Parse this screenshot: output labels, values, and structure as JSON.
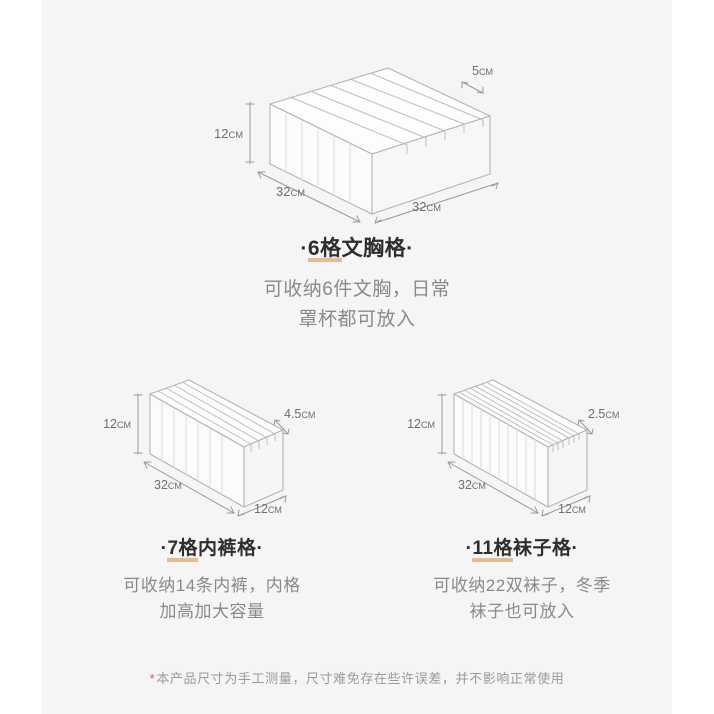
{
  "footer": {
    "star": "*",
    "note": "本产品尺寸为手工测量，尺寸难免存在些许误差，并不影响正常使用"
  },
  "accent_color": "#dfb184",
  "line_color": "#b3b3b3",
  "products": [
    {
      "id": "bra-organizer",
      "title_prefix": "·",
      "title_highlight": "6格",
      "title_rest": "文胸格",
      "title_suffix": "·",
      "title_full": "·6格文胸格·",
      "desc_line1": "可收纳6件文胸，日常",
      "desc_line2": "罩杯都可放入",
      "compartments": 6,
      "dims": {
        "height": "12",
        "depth": "32",
        "width": "32",
        "slot": "5",
        "unit": "CM"
      }
    },
    {
      "id": "underwear-organizer",
      "title_prefix": "·",
      "title_highlight": "7格",
      "title_rest": "内裤格",
      "title_suffix": "·",
      "title_full": "·7格内裤格·",
      "desc_line1": "可收纳14条内裤，内格",
      "desc_line2": "加高加大容量",
      "compartments": 7,
      "dims": {
        "height": "12",
        "depth": "32",
        "width": "12",
        "slot": "4.5",
        "unit": "CM"
      }
    },
    {
      "id": "sock-organizer",
      "title_prefix": "·",
      "title_highlight": "11格",
      "title_rest": "袜子格",
      "title_suffix": "·",
      "title_full": "·11格袜子格·",
      "desc_line1": "可收纳22双袜子，冬季",
      "desc_line2": "袜子也可放入",
      "compartments": 11,
      "dims": {
        "height": "12",
        "depth": "32",
        "width": "12",
        "slot": "2.5",
        "unit": "CM"
      }
    }
  ]
}
